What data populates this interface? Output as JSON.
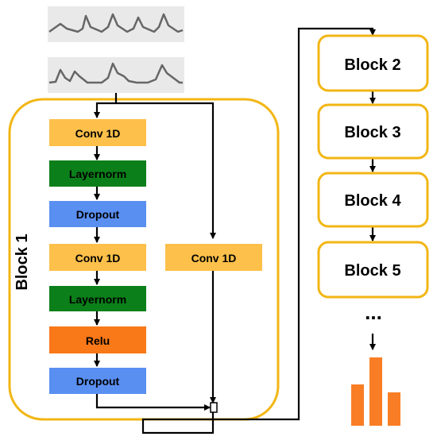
{
  "block1": {
    "title": "Block 1",
    "layers": [
      "Conv 1D",
      "Layernorm",
      "Dropout",
      "Conv 1D",
      "Layernorm",
      "Relu",
      "Dropout"
    ],
    "skip_layer": "Conv 1D"
  },
  "blocks": [
    "Block 2",
    "Block 3",
    "Block 4",
    "Block 5"
  ],
  "continuation": "...",
  "colors": {
    "conv": "#FDC04A",
    "layernorm": "#0B7F19",
    "dropout": "#5A8FF2",
    "relu": "#F97818",
    "block_border": "#F2B614",
    "bar": "#F97D25"
  }
}
